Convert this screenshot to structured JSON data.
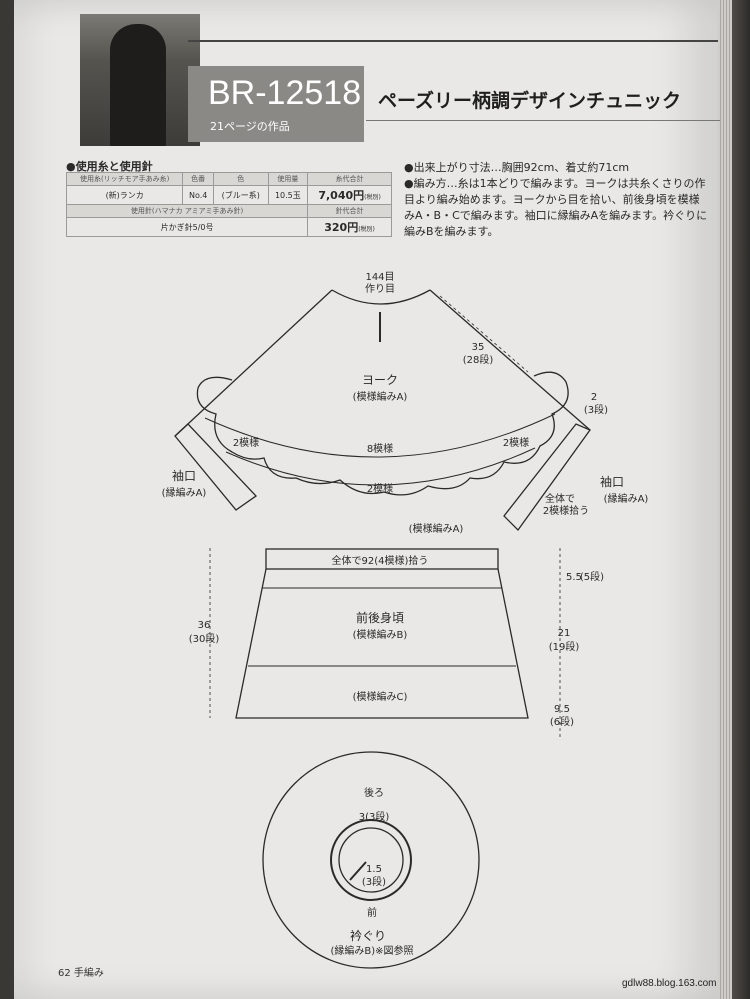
{
  "header": {
    "code": "BR-12518",
    "code_sub": "21ページの作品",
    "title": "ペーズリー柄調デザインチュニック"
  },
  "materials": {
    "heading": "●使用糸と使用針",
    "headers": [
      "使用糸(リッチモア手あみ糸)",
      "色番",
      "色",
      "使用量",
      "糸代合計"
    ],
    "row": [
      "(新)ランカ",
      "No.4",
      "(ブルー系)",
      "10.5玉",
      "7,040円"
    ],
    "tax": "(税別)",
    "needle_header": "使用針(ハマナカ アミアミ手あみ針)",
    "needle_price_header": "針代合計",
    "needle": "片かぎ針5/0号",
    "needle_price": "320円"
  },
  "notes": [
    "●出来上がり寸法…胸囲92cm、着丈約71cm",
    "●編み方…糸は1本どりで編みます。ヨークは共糸くさりの作",
    "目より編み始めます。ヨークから目を拾い、前後身頃を模様",
    "みA・B・Cで編みます。袖口に縁編みAを編みます。衿ぐりに",
    "編みBを編みます。"
  ],
  "diagram": {
    "yoke_top": "144目",
    "yoke_top2": "作り目",
    "yoke_title": "ヨーク",
    "yoke_pattern": "(模様編みA)",
    "shoulder_len": "35",
    "shoulder_rows": "(28段)",
    "cuff_len": "2",
    "cuff_rows": "(3段)",
    "rep_2_left": "2模様",
    "rep_8": "8模様",
    "rep_2_right": "2模様",
    "rep_2_bottom": "2模様",
    "sleeve_left": "袖口",
    "sleeve_left_pattern": "(縁編みA)",
    "sleeve_right": "袖口",
    "sleeve_right_pattern": "(縁編みA)",
    "pick_all": "全体で",
    "pick_all2": "2模様拾う",
    "band_pattern": "(模様編みA)",
    "pick_body": "全体で92(4模様)拾う",
    "body_title": "前後身頃",
    "body_pattern": "(模様編みB)",
    "bottom_pattern": "(模様編みC)",
    "body_len": "36",
    "body_rows": "(30段)",
    "r1_len": "5.5",
    "r1_rows": "(5段)",
    "r2_len": "21",
    "r2_rows": "(19段)",
    "r3_len": "9.5",
    "r3_rows": "(6段)",
    "collar_back": "後ろ",
    "collar_w1": "3(3段)",
    "collar_w2": "1.5",
    "collar_w2_rows": "(3段)",
    "collar_front": "前",
    "collar_title": "衿ぐり",
    "collar_pattern": "(縁編みB)※図参照"
  },
  "footer": {
    "page_number": "62",
    "page_tag": "手編み",
    "credit": "gdlw88.blog.163.com"
  }
}
